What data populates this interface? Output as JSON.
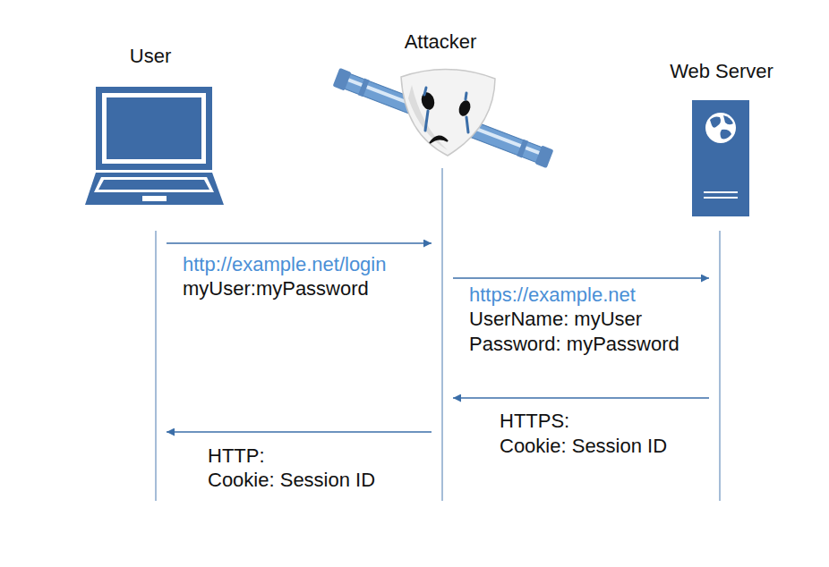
{
  "diagram": {
    "nodes": [
      {
        "text": [
          "User"
        ]
      },
      {
        "text": [
          "Attacker"
        ]
      },
      {
        "text": [
          "Web Server"
        ]
      }
    ],
    "edges": [
      {
        "from": 0,
        "to": 1,
        "arrow": "to"
      },
      {
        "from": 1,
        "to": 2,
        "arrow": "to"
      },
      {
        "from": 2,
        "to": 1,
        "arrow": "to"
      },
      {
        "from": 1,
        "to": 0,
        "arrow": "to"
      }
    ],
    "labels": [
      "http://example.net/login",
      "myUser:myPassword",
      "https://example.net",
      "UserName: myUser",
      "Password: myPassword",
      "HTTPS:",
      "Cookie: Session ID",
      "HTTP:",
      "Cookie: Session ID"
    ]
  }
}
